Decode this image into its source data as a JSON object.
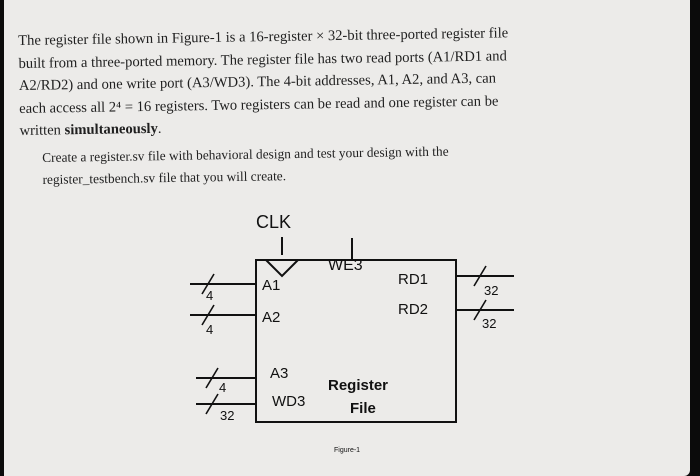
{
  "intro": {
    "line1": "The register file shown in Figure-1 is a 16-register × 32-bit three-ported register file",
    "line2": "built from a three-ported memory. The register file has two read ports (A1/RD1 and",
    "line3": "A2/RD2) and one write port (A3/WD3). The 4-bit addresses, A1, A2, and A3, can",
    "line4": "each access all 2⁴ = 16 registers. Two registers can be read and one register can be",
    "line5_start": "written ",
    "line5_bold": "simultaneously",
    "line5_end": "."
  },
  "task": {
    "line1": "Create a register.sv file with behavioral design and test your design with the",
    "line2": "register_testbench.sv file that you will create."
  },
  "diagram": {
    "clk": "CLK",
    "we3": "WE3",
    "a1": "A1",
    "a2": "A2",
    "a3": "A3",
    "wd3": "WD3",
    "rd1": "RD1",
    "rd2": "RD2",
    "title_line1": "Register",
    "title_line2": "File",
    "bus_a1": "4",
    "bus_a2": "4",
    "bus_a3": "4",
    "bus_wd3": "32",
    "bus_rd1": "32",
    "bus_rd2": "32"
  },
  "caption": "Figure-1"
}
